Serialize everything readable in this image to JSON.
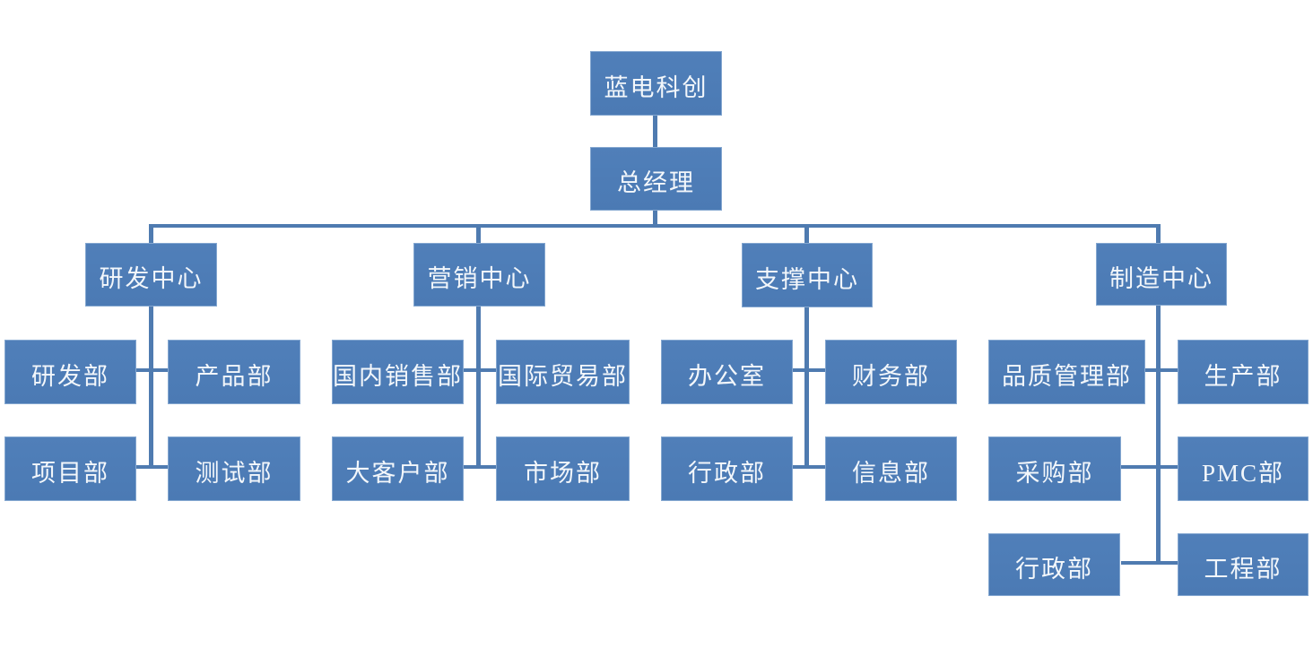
{
  "org": {
    "root": "蓝电科创",
    "general_manager": "总经理",
    "centers": [
      {
        "name": "研发中心",
        "departments": [
          "研发部",
          "产品部",
          "项目部",
          "测试部"
        ]
      },
      {
        "name": "营销中心",
        "departments": [
          "国内销售部",
          "国际贸易部",
          "大客户部",
          "市场部"
        ]
      },
      {
        "name": "支撑中心",
        "departments": [
          "办公室",
          "财务部",
          "行政部",
          "信息部"
        ]
      },
      {
        "name": "制造中心",
        "departments": [
          "品质管理部",
          "生产部",
          "采购部",
          "PMC部",
          "行政部",
          "工程部"
        ]
      }
    ]
  },
  "colors": {
    "box_fill": "#4b7ab4",
    "box_border": "#84a7d0",
    "connector": "#4f7bb0",
    "text": "#f3f7fb",
    "background": "#ffffff"
  }
}
